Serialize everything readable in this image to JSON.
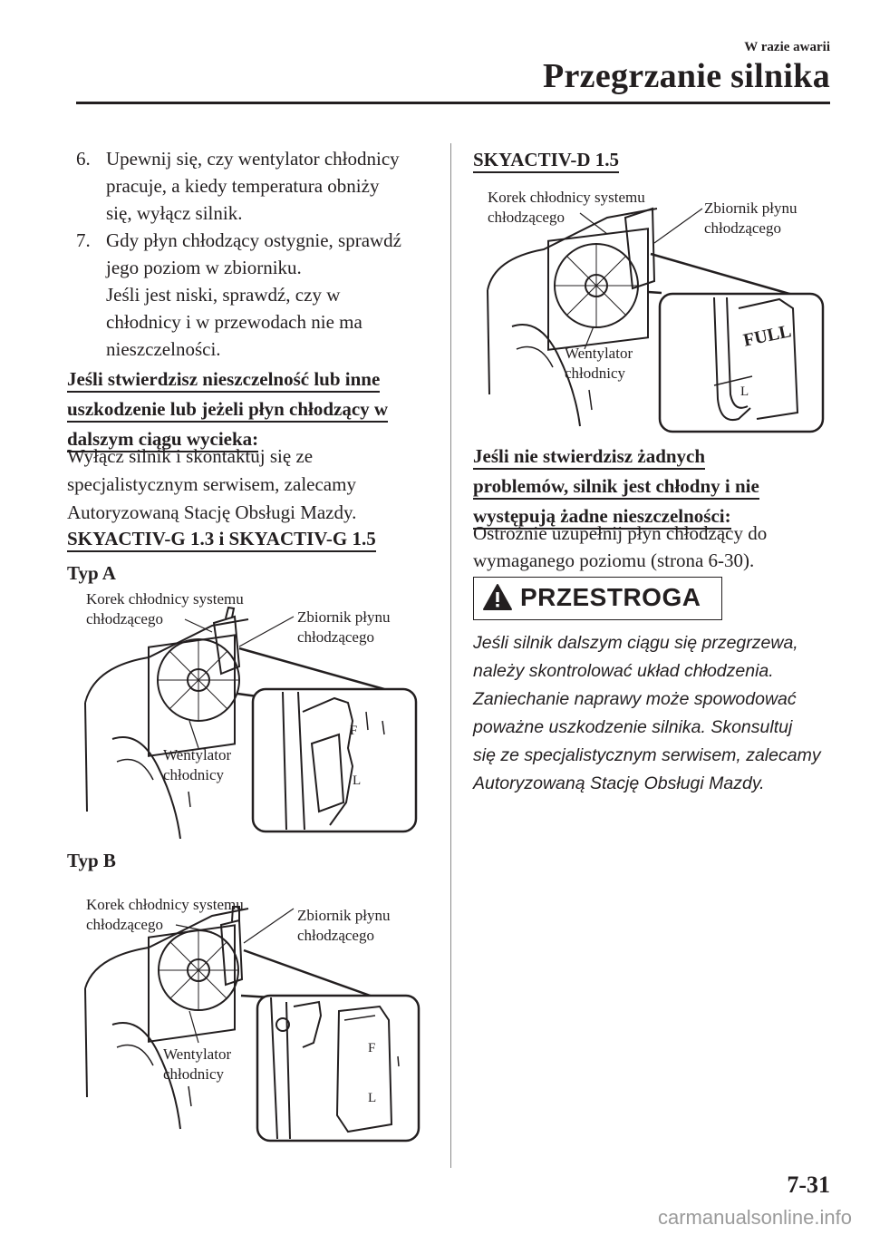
{
  "header": {
    "section": "W razie awarii",
    "title": "Przegrzanie silnika"
  },
  "left": {
    "steps": [
      {
        "num": "6.",
        "lines": [
          "Upewnij się, czy wentylator chłodnicy",
          "pracuje, a kiedy temperatura obniży",
          "się, wyłącz silnik."
        ]
      },
      {
        "num": "7.",
        "lines": [
          "Gdy płyn chłodzący ostygnie, sprawdź",
          "jego poziom w zbiorniku.",
          "Jeśli jest niski, sprawdź, czy w",
          "chłodnicy i w przewodach nie ma",
          "nieszczelności."
        ]
      }
    ],
    "leak_heading": [
      "Jeśli stwierdzisz nieszczelność lub inne",
      "uszkodzenie lub jeżeli płyn chłodzący w",
      "dalszym ciągu wycieka:"
    ],
    "leak_text": [
      "Wyłącz silnik i skontaktuj się ze",
      "specjalistycznym serwisem, zalecamy",
      "Autoryzowaną Stację Obsługi Mazdy."
    ],
    "engine_heading": "SKYACTIV-G 1.3 i SKYACTIV-G 1.5",
    "type_a": "Typ A",
    "type_b": "Typ B"
  },
  "right": {
    "engine_heading": "SKYACTIV-D 1.5",
    "ok_heading": [
      "Jeśli nie stwierdzisz żadnych",
      "problemów, silnik jest chłodny i nie",
      "występują żadne nieszczelności:"
    ],
    "ok_text": [
      "Ostrożnie uzupełnij płyn chłodzący do",
      "wymaganego poziomu (strona 6-30)."
    ],
    "caution_title": "PRZESTROGA",
    "caution_text": [
      "Jeśli silnik dalszym ciągu się przegrzewa,",
      "należy skontrolować układ chłodzenia.",
      "Zaniechanie naprawy może spowodować",
      "poważne uszkodzenie silnika. Skonsultuj",
      "się ze specjalistycznym serwisem, zalecamy",
      "Autoryzowaną Stację Obsługi Mazdy."
    ]
  },
  "figure_labels": {
    "cap_1": "Korek chłodnicy systemu",
    "cap_2": "chłodzącego",
    "tank_1": "Zbiornik płynu",
    "tank_2": "chłodzącego",
    "fan_1": "Wentylator",
    "fan_2": "chłodnicy"
  },
  "tank_marks": {
    "full": "FULL",
    "f": "F",
    "l": "L"
  },
  "footer": {
    "page_number": "7-31",
    "watermark": "carmanualsonline.info"
  }
}
